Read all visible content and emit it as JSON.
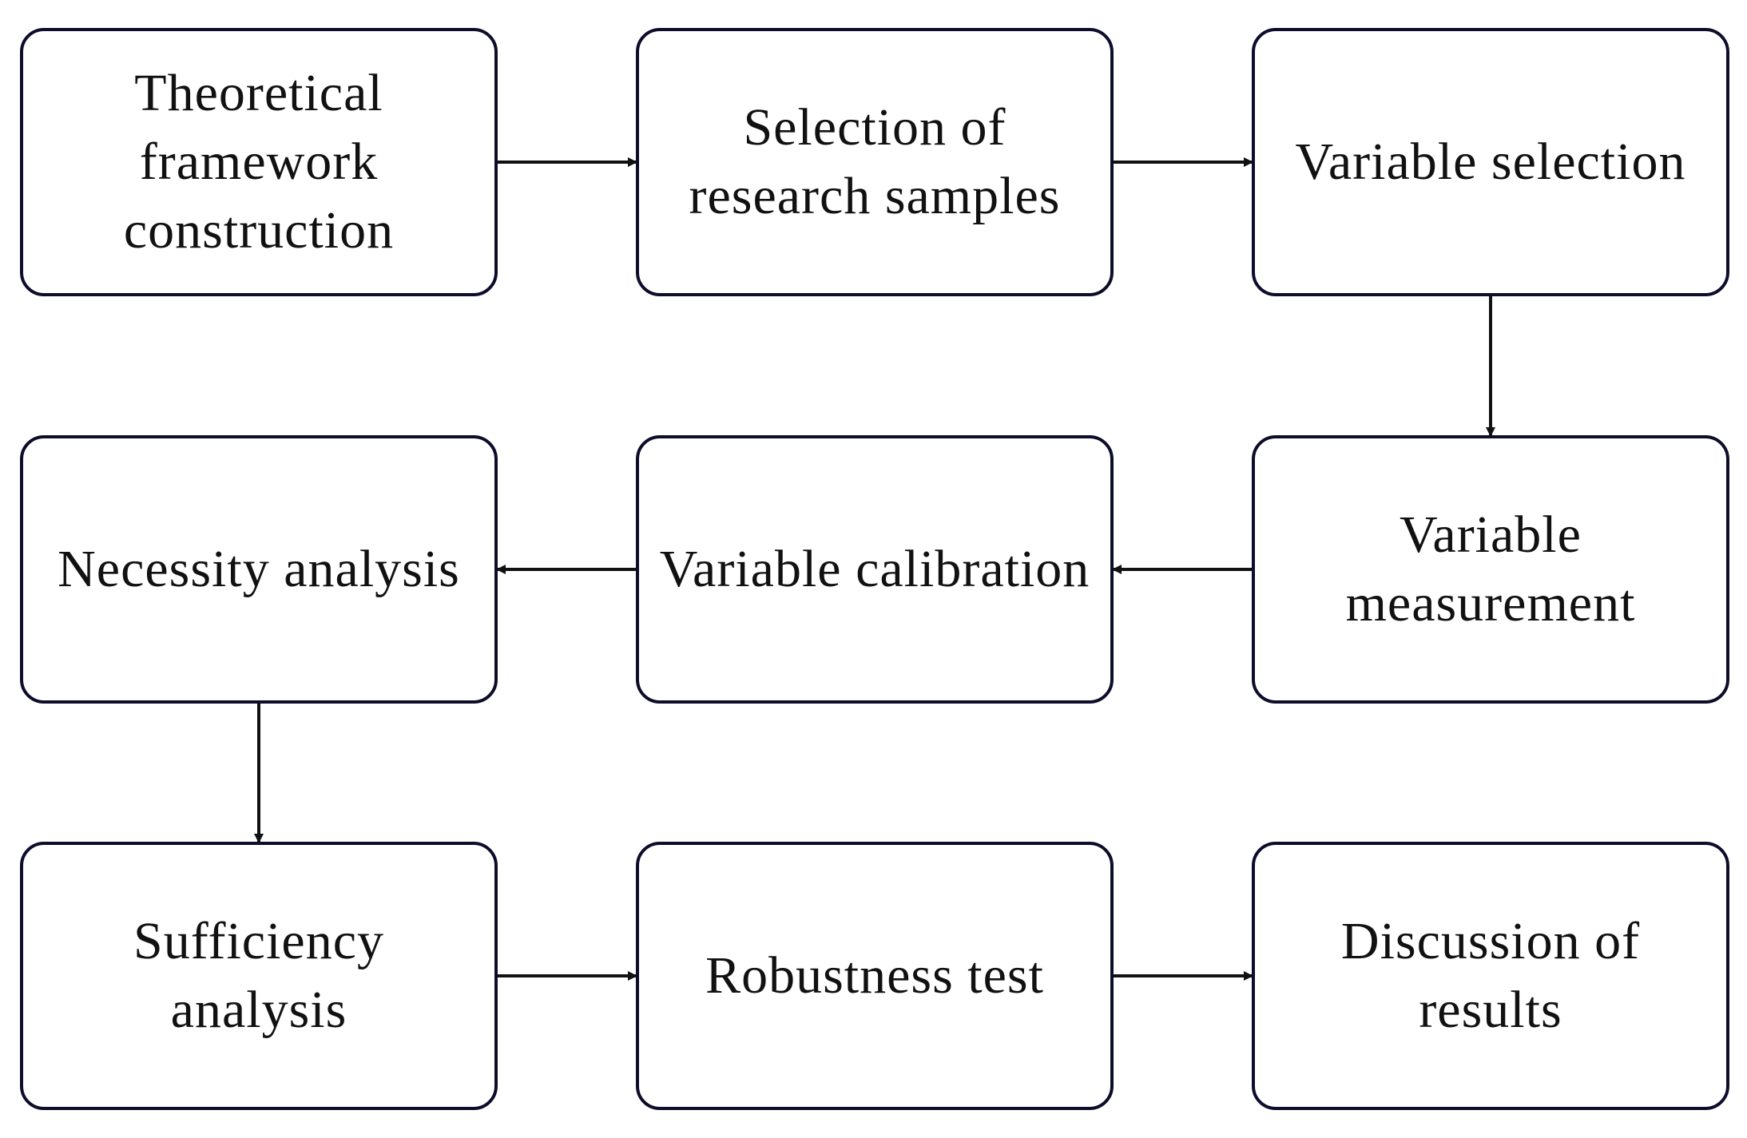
{
  "flow": {
    "steps": [
      {
        "id": "theoretical-framework-construction",
        "label": "Theoretical\nframework\nconstruction"
      },
      {
        "id": "selection-of-research-samples",
        "label": "Selection of\nresearch samples"
      },
      {
        "id": "variable-selection",
        "label": "Variable selection"
      },
      {
        "id": "variable-measurement",
        "label": "Variable\nmeasurement"
      },
      {
        "id": "variable-calibration",
        "label": "Variable calibration"
      },
      {
        "id": "necessity-analysis",
        "label": "Necessity analysis"
      },
      {
        "id": "sufficiency-analysis",
        "label": "Sufficiency\nanalysis"
      },
      {
        "id": "robustness-test",
        "label": "Robustness test"
      },
      {
        "id": "discussion-of-results",
        "label": "Discussion of\nresults"
      }
    ],
    "connections": [
      {
        "from": "theoretical-framework-construction",
        "to": "selection-of-research-samples"
      },
      {
        "from": "selection-of-research-samples",
        "to": "variable-selection"
      },
      {
        "from": "variable-selection",
        "to": "variable-measurement"
      },
      {
        "from": "variable-measurement",
        "to": "variable-calibration"
      },
      {
        "from": "variable-calibration",
        "to": "necessity-analysis"
      },
      {
        "from": "necessity-analysis",
        "to": "sufficiency-analysis"
      },
      {
        "from": "sufficiency-analysis",
        "to": "robustness-test"
      },
      {
        "from": "robustness-test",
        "to": "discussion-of-results"
      }
    ],
    "colors": {
      "box_border": "#0d0d2b",
      "arrow": "#111111",
      "text": "#111111"
    }
  }
}
